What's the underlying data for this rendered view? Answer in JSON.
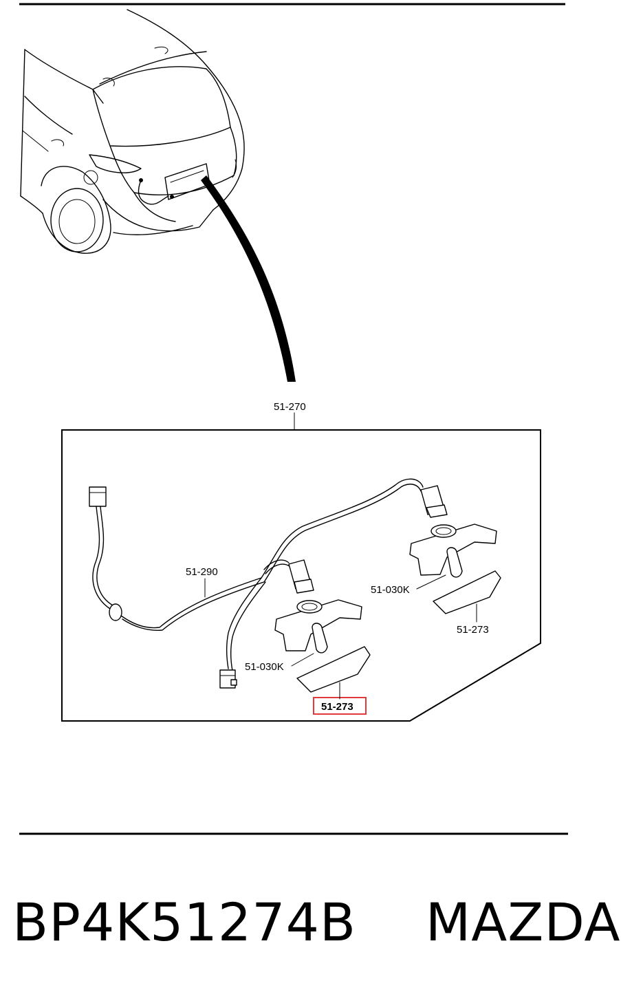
{
  "diagram": {
    "callouts": {
      "assembly": "51-270",
      "harness": "51-290",
      "bulb_left": "51-030K",
      "bulb_right": "51-030K",
      "lens_left": "51-273",
      "lens_right": "51-273"
    },
    "highlight_color": "#e03a3a",
    "highlighted_part": "51-273"
  },
  "caption": {
    "text": "BP4K51274B    MAZDA"
  }
}
